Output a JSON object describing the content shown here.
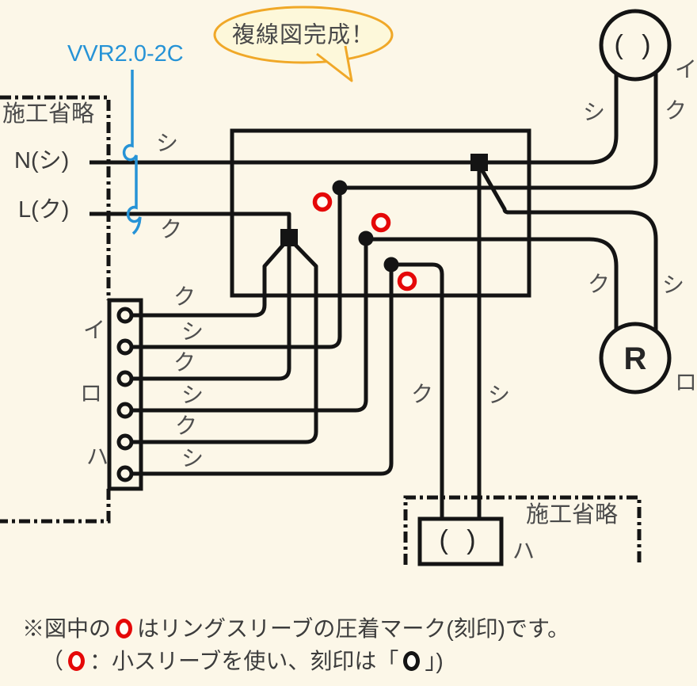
{
  "colors": {
    "background": "#fcf7e8",
    "wire": "#141414",
    "crimp_mark_red": "#e50808",
    "cable_blue": "#2693d6",
    "bubble_border": "#f0a828",
    "bubble_fill": "#fdf8da",
    "text_gray": "#4f4f4f"
  },
  "bubble": {
    "label": "複線図完成！"
  },
  "cable": {
    "label": "VVR2.0-2C"
  },
  "source_panel": {
    "label": "施工省略",
    "n_terminal": "N(シ)",
    "l_terminal": "L(ク)",
    "n_wire": "シ",
    "l_wire": "ク"
  },
  "switch_strip": {
    "switch_ids": [
      "イ",
      "ロ",
      "ハ"
    ],
    "terminal_wires": [
      "ク",
      "シ",
      "ク",
      "シ",
      "ク",
      "シ"
    ]
  },
  "lamp_top": {
    "symbol": "( )",
    "id": "イ",
    "left_wire": "シ",
    "right_wire": "ク"
  },
  "receptacle": {
    "symbol": "R",
    "id": "ロ",
    "left_wire": "ク",
    "right_wire": "シ"
  },
  "lamp_bottom": {
    "symbol": "( )",
    "id": "ハ",
    "panel_label": "施工省略",
    "left_wire": "ク",
    "right_wire": "シ"
  },
  "note": {
    "line1_prefix": "※図中の",
    "line1_suffix": "はリングスリーブの圧着マーク(刻印)です。",
    "line2_prefix": "（",
    "line2_mid": "：小スリーブを使い、刻印は「",
    "line2_suffix": "」)"
  }
}
